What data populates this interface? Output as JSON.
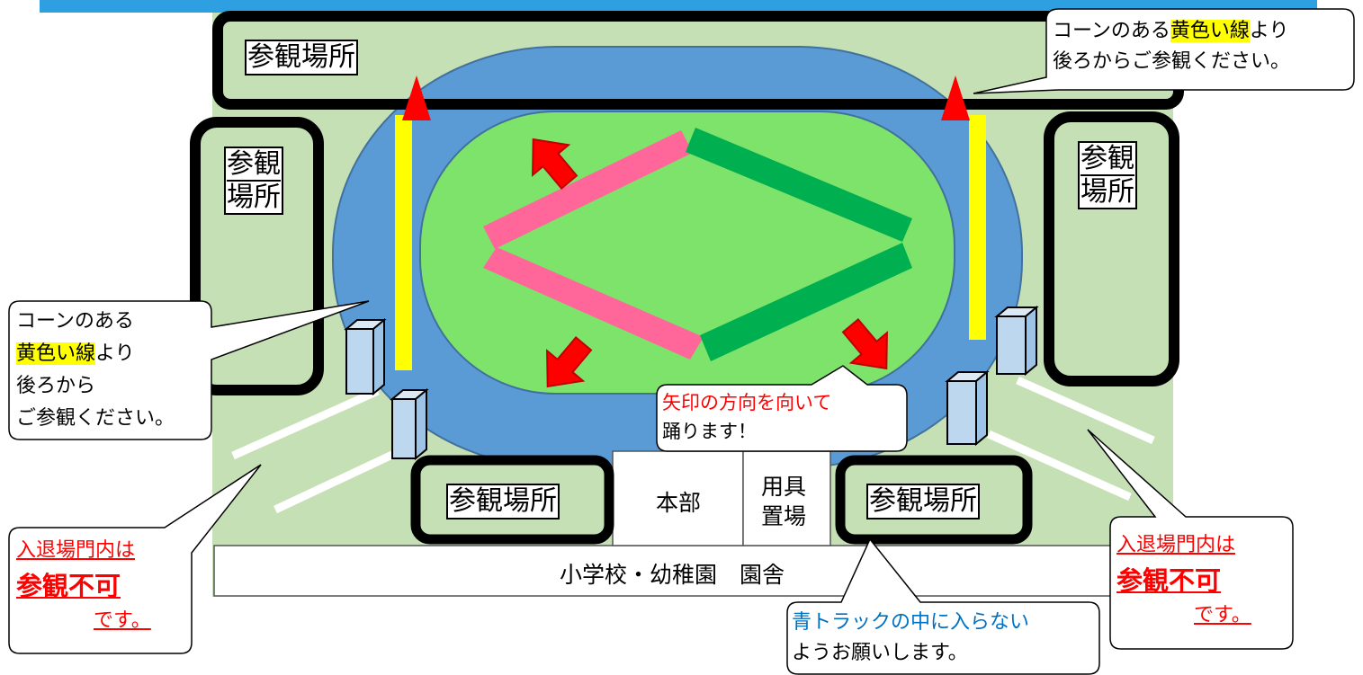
{
  "colors": {
    "top_band": "#2e9fe0",
    "grounds": "#c5e0b4",
    "track": "#5b9bd5",
    "infield": "#7ee36a",
    "pink_band": "#ff6699",
    "green_band": "#00b050",
    "yellow_line": "#ffff00",
    "cone": "#ff0000",
    "arrow": "#ff0000",
    "gate": "#bdd7ee",
    "entrance_line": "#ffffff",
    "outline": "#000000"
  },
  "icons": {
    "direction_arrow": "red-arrow-icon",
    "cone": "red-cone-icon",
    "gate": "gate-pillar-icon"
  },
  "areas": {
    "top": "参観場所",
    "left_line1": "参観",
    "left_line2": "場所",
    "right_line1": "参観",
    "right_line2": "場所",
    "bottom_left": "参観場所",
    "bottom_right": "参観場所"
  },
  "buildings": {
    "headquarters": "本部",
    "equipment_line1": "用具",
    "equipment_line2": "置場",
    "school": "小学校・幼稚園　園舎"
  },
  "callouts": {
    "top_right": {
      "line1_before": "コーンのある",
      "line1_highlight": "黄色い線",
      "line1_after": "より",
      "line2": "後ろからご参観ください。"
    },
    "left": {
      "line1": "コーンのある",
      "line2_highlight": "黄色い線",
      "line2_after": "より",
      "line3": "後ろから",
      "line4": "ご参観ください。"
    },
    "center": {
      "line1": "矢印の方向を向いて",
      "line2": "踊ります！"
    },
    "gate_left": {
      "line1": "入退場門内は",
      "line2": "参観不可",
      "line3": "です。"
    },
    "gate_right": {
      "line1": "入退場門内は",
      "line2": "参観不可",
      "line3": "です。"
    },
    "bottom": {
      "line1": "青トラックの中に入らない",
      "line2": "ようお願いします。"
    }
  }
}
